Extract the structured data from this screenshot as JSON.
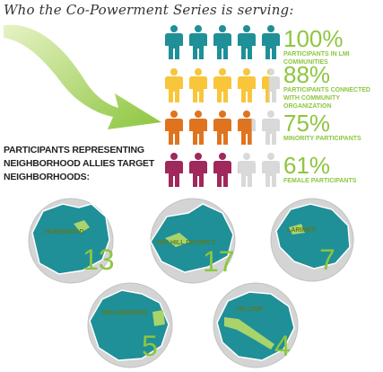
{
  "header": {
    "title": "Who the Co-Powerment Series is serving:"
  },
  "colors": {
    "teal": "#1f8f98",
    "yellow": "#f9c53a",
    "orange": "#e0741e",
    "magenta": "#a0285a",
    "gray": "#d9d9d9",
    "green": "#8dc63f"
  },
  "stats": [
    {
      "value": "100%",
      "label": "PARTICIPANTS IN LMI COMMUNITIES",
      "filled": 5,
      "color": "#1f8f98"
    },
    {
      "value": "88%",
      "label": "PARTICIPANTS CONNECTED WITH COMMUNITY ORGANIZATION",
      "filled": 4.4,
      "color": "#f9c53a"
    },
    {
      "value": "75%",
      "label": "MINORITY PARTICIPANTS",
      "filled": 3.75,
      "color": "#e0741e"
    },
    {
      "value": "61%",
      "label": "FEMALE PARTICIPANTS",
      "filled": 3.05,
      "color": "#a0285a"
    }
  ],
  "section": {
    "title": "PARTICIPANTS REPRESENTING NEIGHBORHOOD ALLIES TARGET NEIGHBORHOODS:"
  },
  "neighborhoods": [
    {
      "name": "HOMEWOOD",
      "count": "13"
    },
    {
      "name": "THE HILL DISTRICT",
      "count": "17"
    },
    {
      "name": "LARIMER",
      "count": "7"
    },
    {
      "name": "WILKINSBURG",
      "count": "5"
    },
    {
      "name": "HILLTOP",
      "count": "4"
    }
  ]
}
